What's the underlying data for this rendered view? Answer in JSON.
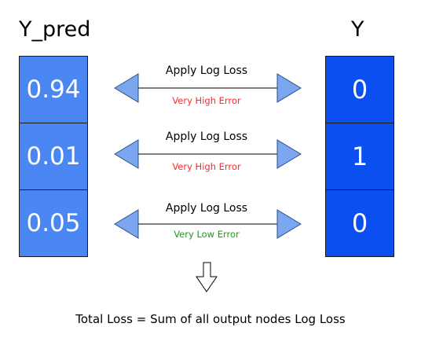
{
  "left_heading": "Y_pred",
  "right_heading": "Y",
  "pred_values": [
    "0.94",
    "0.01",
    "0.05"
  ],
  "y_values": [
    "0",
    "1",
    "0"
  ],
  "rows": [
    {
      "op": "Apply Log Loss",
      "error": "Very High Error",
      "error_color": "#ff2a2a"
    },
    {
      "op": "Apply Log Loss",
      "error": "Very High Error",
      "error_color": "#ff2a2a"
    },
    {
      "op": "Apply Log Loss",
      "error": "Very Low Error",
      "error_color": "#1f9a1f"
    }
  ],
  "total_label": "Total Loss = Sum of all output nodes Log Loss",
  "colors": {
    "pred_fill": "#4a87f2",
    "y_fill": "#0b4ff0",
    "arrow_fill": "#7aa7f0"
  }
}
